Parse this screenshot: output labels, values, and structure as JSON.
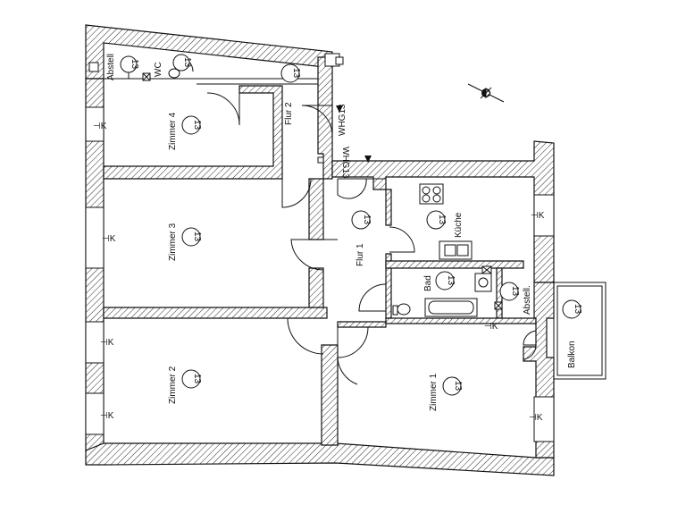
{
  "rooms": {
    "abstell_top": {
      "label": "Abstell",
      "number": "13"
    },
    "wc": {
      "label": "WC",
      "number": "13"
    },
    "flur2": {
      "label": "Flur 2",
      "number": "13"
    },
    "zimmer4": {
      "label": "Zimmer 4",
      "number": "13"
    },
    "zimmer3": {
      "label": "Zimmer 3",
      "number": "13"
    },
    "zimmer2": {
      "label": "Zimmer 2",
      "number": "13"
    },
    "zimmer1": {
      "label": "Zimmer 1",
      "number": "13"
    },
    "flur1": {
      "label": "Flur 1",
      "number": "13"
    },
    "kueche": {
      "label": "Küche",
      "number": "13"
    },
    "bad": {
      "label": "Bad",
      "number": "13"
    },
    "abstell_right": {
      "label": "Abstell.",
      "number": "13"
    },
    "balkon": {
      "label": "Balkon",
      "number": "13"
    }
  },
  "entrances": {
    "upper": "WHG13",
    "lower": "WHG13"
  },
  "radiator_symbol": "⊣K",
  "compass_icon": "north-arrow-icon"
}
